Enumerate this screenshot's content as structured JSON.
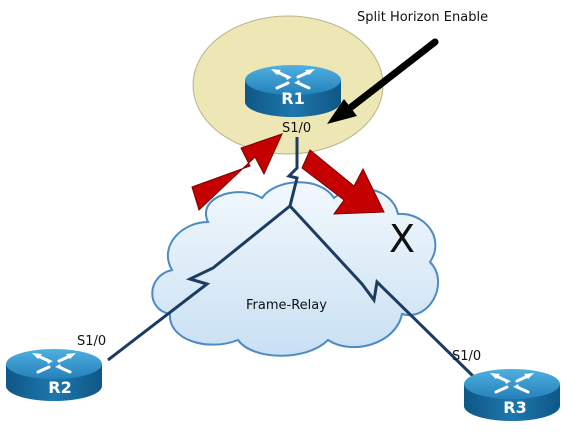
{
  "annotation": {
    "text": "Split Horizon Enable"
  },
  "cloud": {
    "label": "Frame-Relay"
  },
  "blocked_marker": {
    "text": "X"
  },
  "routers": [
    {
      "id": "r1",
      "name": "R1",
      "interface": "S1/0"
    },
    {
      "id": "r2",
      "name": "R2",
      "interface": "S1/0"
    },
    {
      "id": "r3",
      "name": "R3",
      "interface": "S1/0"
    }
  ],
  "colors": {
    "highlight_ellipse": "#ece7b5",
    "cloud_fill": "#dcecf8",
    "cloud_stroke": "#4d8bc4",
    "link": "#1c3c61",
    "red_arrow": "#c40000",
    "pointer_arrow": "#000000",
    "router_top": "#2e8fc8",
    "router_side": "#16699c"
  }
}
